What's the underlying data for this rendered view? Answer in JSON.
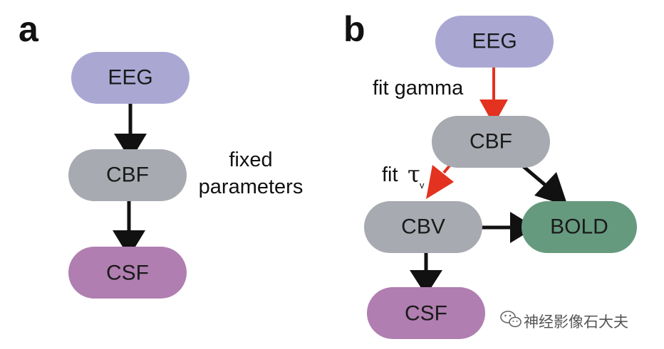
{
  "panels": {
    "a": {
      "label": "a",
      "nodes": {
        "eeg": {
          "label": "EEG",
          "color": "#aaa8d3"
        },
        "cbf": {
          "label": "CBF",
          "color": "#a7aab0"
        },
        "csf": {
          "label": "CSF",
          "color": "#b07eb1"
        }
      },
      "annotation": {
        "line1": "fixed",
        "line2": "parameters"
      }
    },
    "b": {
      "label": "b",
      "nodes": {
        "eeg": {
          "label": "EEG",
          "color": "#aaa8d3"
        },
        "cbf": {
          "label": "CBF",
          "color": "#a7aab0"
        },
        "cbv": {
          "label": "CBV",
          "color": "#a7aab0"
        },
        "bold": {
          "label": "BOLD",
          "color": "#669a7f"
        },
        "csf": {
          "label": "CSF",
          "color": "#b07eb1"
        }
      },
      "annotations": {
        "fit_gamma": "fit gamma",
        "fit_tau": "fit",
        "tau_symbol": "τ",
        "tau_sub": "v"
      }
    }
  },
  "edges": {
    "black": "#111111",
    "red": "#e3321f"
  },
  "watermark": {
    "text": "神经影像石大夫",
    "icon": "wechat-icon"
  }
}
